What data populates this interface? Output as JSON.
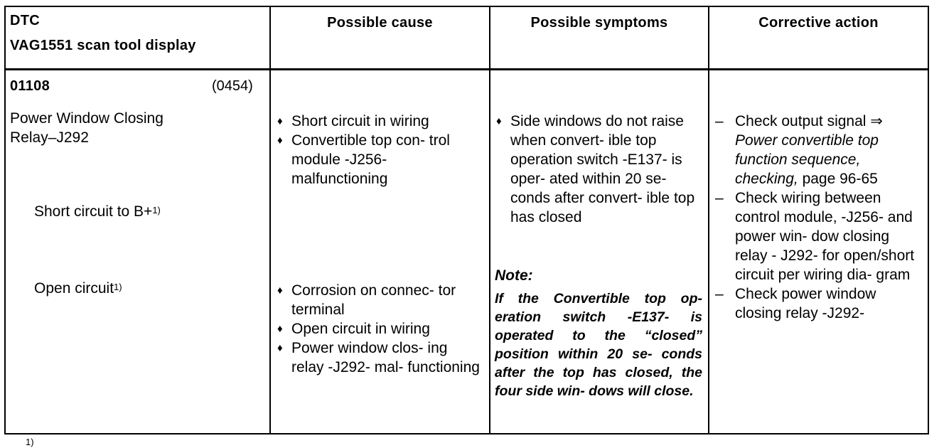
{
  "headers": {
    "dtc_line1": "DTC",
    "dtc_line2": "VAG1551 scan tool display",
    "cause": "Possible cause",
    "symptoms": "Possible symptoms",
    "action": "Corrective action"
  },
  "row": {
    "code": "01108",
    "code_alt": "(0454)",
    "name_line1": "Power Window Closing",
    "name_line2": "Relay–J292",
    "fault1": "Short circuit to B+",
    "fault1_sup": "1)",
    "fault2": "Open circuit",
    "fault2_sup": "1)",
    "causes_group1": [
      "Short circuit in wiring",
      "Convertible top con- trol module -J256- malfunctioning"
    ],
    "causes_group2": [
      "Corrosion on connec- tor terminal",
      "Open circuit in wiring",
      "Power window clos- ing relay -J292- mal- functioning"
    ],
    "symptom": "Side windows do not raise when convert- ible top operation switch -E137- is oper- ated within 20 se- conds after convert- ible top has closed",
    "note_title": "Note:",
    "note_body": "If the Convertible top op- eration switch -E137- is operated to the “closed” position within 20 se- conds after the top has closed, the four side win- dows will close.",
    "action1_pre": "Check output signal ⇒",
    "action1_ref": "Power convertible top function sequence, checking,",
    "action1_page": "page 96-65",
    "action2": "Check wiring between control module, -J256- and power win- dow closing relay - J292- for open/short circuit per wiring dia- gram",
    "action3": "Check power window closing relay -J292-"
  },
  "footnote": "1)"
}
